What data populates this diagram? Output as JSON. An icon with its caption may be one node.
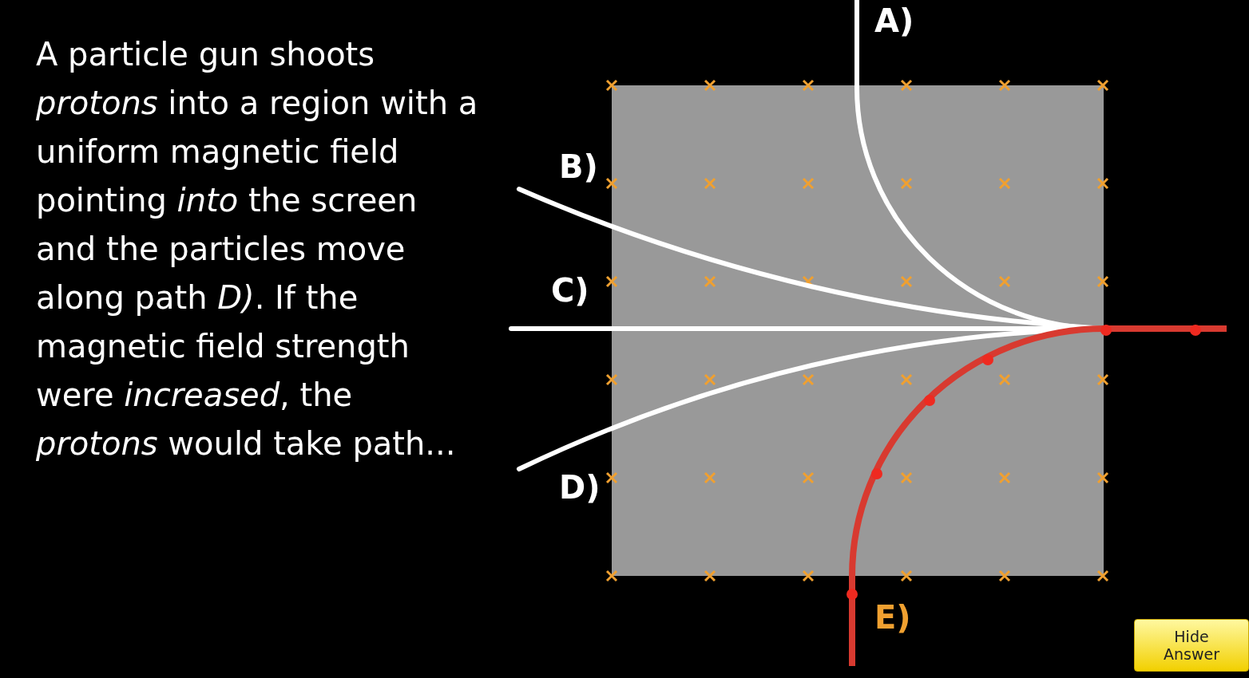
{
  "diagram": {
    "labels": [
      "A particle gun shoots *protons* into a region with a uniform magnetic field pointing *into* the screen and the particles move along path *D)*.  If the magnetic field strength were *increased*, the *protons* would take path...",
      "A)",
      "B)",
      "C)",
      "D)",
      "E)",
      "Hide Answer"
    ]
  }
}
